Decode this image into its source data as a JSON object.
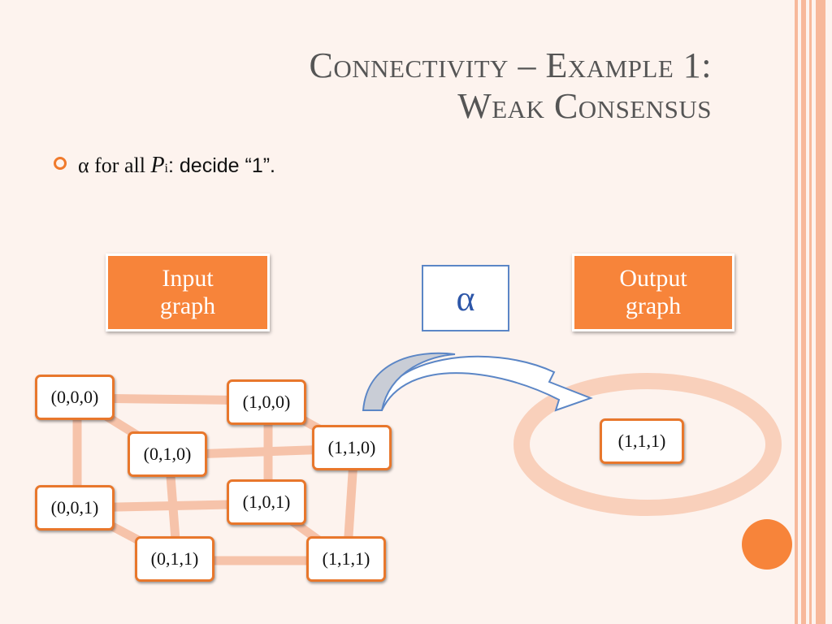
{
  "title": {
    "line1": "Connectivity – Example 1:",
    "line2": "Weak Consensus"
  },
  "bullet": {
    "alpha": "α",
    "text1": " for all ",
    "p": "P",
    "sub": "i",
    "text2": ": decide “1”."
  },
  "labels": {
    "input": [
      "Input",
      "graph"
    ],
    "output": [
      "Output",
      "graph"
    ],
    "map_symbol": "α"
  },
  "input_nodes": [
    "(0,0,0)",
    "(1,0,0)",
    "(0,1,0)",
    "(1,1,0)",
    "(0,0,1)",
    "(1,0,1)",
    "(0,1,1)",
    "(1,1,1)"
  ],
  "output_node": "(1,1,1)",
  "colors": {
    "accent": "#f7843a",
    "edge": "#f6c3aa",
    "arrow": "#5b86c6"
  }
}
